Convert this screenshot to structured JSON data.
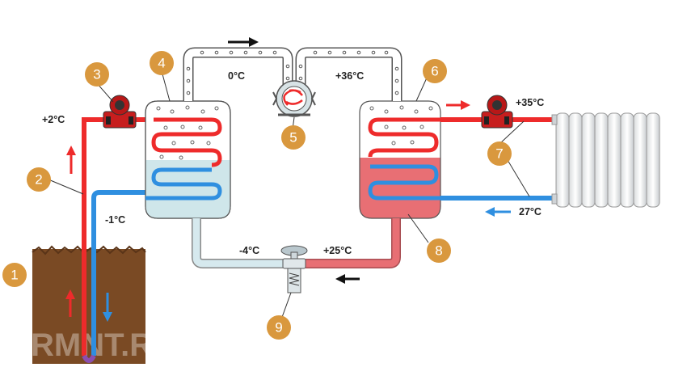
{
  "temperatures": {
    "ground_out": "+2°C",
    "ground_in": "-1°C",
    "evap_out": "0°C",
    "comp_out": "+36°C",
    "cond_liquid": "+25°C",
    "valve_out": "-4°C",
    "heat_supply": "+35°C",
    "heat_return": "27°C"
  },
  "badges": [
    "1",
    "2",
    "3",
    "4",
    "5",
    "6",
    "7",
    "8",
    "9"
  ],
  "watermark": "RMNT.RU",
  "colors": {
    "hot": "#ee2b2b",
    "cold": "#2f8fe0",
    "badge": "#d9983e",
    "evaporator_fill": "#cfe6ea",
    "condenser_fill": "#e86f74",
    "soil": "#7a4a24",
    "low_pressure_pipe": "#d6e9ee",
    "high_pressure_pipe": "#e86f74"
  }
}
